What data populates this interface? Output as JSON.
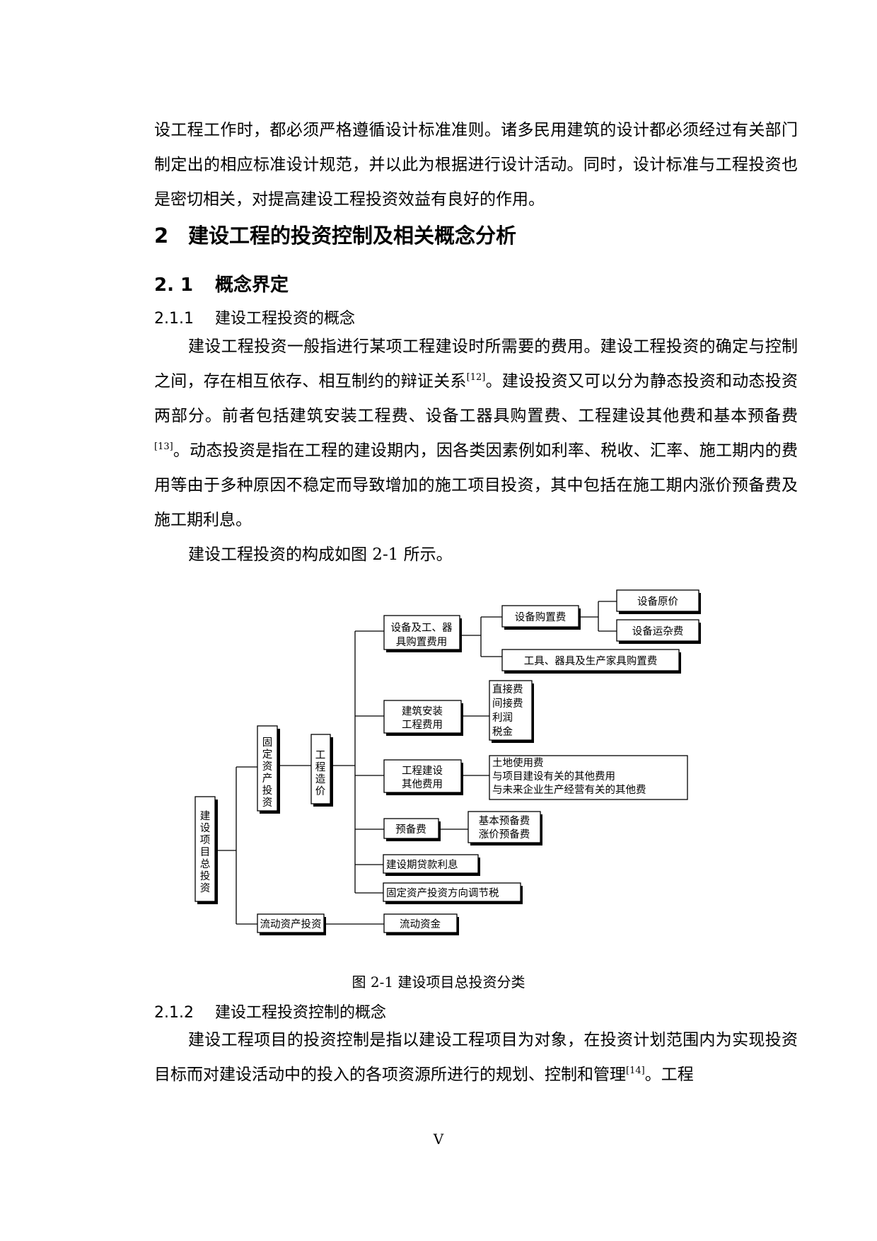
{
  "paragraphs": {
    "intro": "设工程工作时，都必须严格遵循设计标准准则。诸多民用建筑的设计都必须经过有关部门制定出的相应标准设计规范，并以此为根据进行设计活动。同时，设计标准与工程投资也是密切相关，对提高建设工程投资效益有良好的作用。",
    "p1_a": "建设工程投资一般指进行某项工程建设时所需要的费用。建设工程投资的确定与控制之间，存在相互依存、相互制约的辩证关系",
    "p1_ref1": "[12]",
    "p1_b": "。建设投资又可以分为静态投资和动态投资两部分。前者包括建筑安装工程费、设备工器具购置费、工程建设其他费和基本预备费",
    "p1_ref2": "[13]",
    "p1_c": "。动态投资是指在工程的建设期内，因各类因素例如利率、税收、汇率、施工期内的费用等由于多种原因不稳定而导致增加的施工项目投资，其中包括在施工期内涨价预备费及施工期利息。",
    "p2": "建设工程投资的构成如图 2-1 所示。",
    "p3_a": "建设工程项目的投资控制是指以建设工程项目为对象，在投资计划范围内为实现投资目标而对建设活动中的投入的各项资源所进行的规划、控制和管理",
    "p3_ref": "[14]",
    "p3_b": "。工程"
  },
  "headings": {
    "h1_num": "2",
    "h1_text": "建设工程的投资控制及相关概念分析",
    "h2_num": "2. 1",
    "h2_text": "概念界定",
    "h3a_num": "2.1.1",
    "h3a_text": "建设工程投资的概念",
    "h3b_num": "2.1.2",
    "h3b_text": "建设工程投资控制的概念"
  },
  "diagram": {
    "root": [
      "建",
      "设",
      "项",
      "目",
      "总",
      "投",
      "资"
    ],
    "fixed_asset": [
      "固",
      "定",
      "资",
      "产",
      "投",
      "资"
    ],
    "project_cost": [
      "工",
      "程",
      "造",
      "价"
    ],
    "equipment": [
      "设备及工、器",
      "具购置费用"
    ],
    "equipment_purchase": "设备购置费",
    "equipment_original": "设备原价",
    "equipment_transport": "设备运杂费",
    "tools_purchase": "工具、器具及生产家具购置费",
    "construction": [
      "建筑安装",
      "工程费用"
    ],
    "construction_items": [
      "直接费",
      "间接费",
      "利润",
      "税金"
    ],
    "other_costs": [
      "工程建设",
      "其他费用"
    ],
    "other_items": [
      "土地使用费",
      "与项目建设有关的其他费用",
      "与未来企业生产经营有关的其他费"
    ],
    "reserve": "预备费",
    "reserve_items": [
      "基本预备费",
      "涨价预备费"
    ],
    "loan_interest": "建设期贷款利息",
    "tax": "固定资产投资方向调节税",
    "current_asset": "流动资产投资",
    "working_capital": "流动资金"
  },
  "caption": "图 2-1 建设项目总投资分类",
  "footer": {
    "page_number": "V"
  }
}
